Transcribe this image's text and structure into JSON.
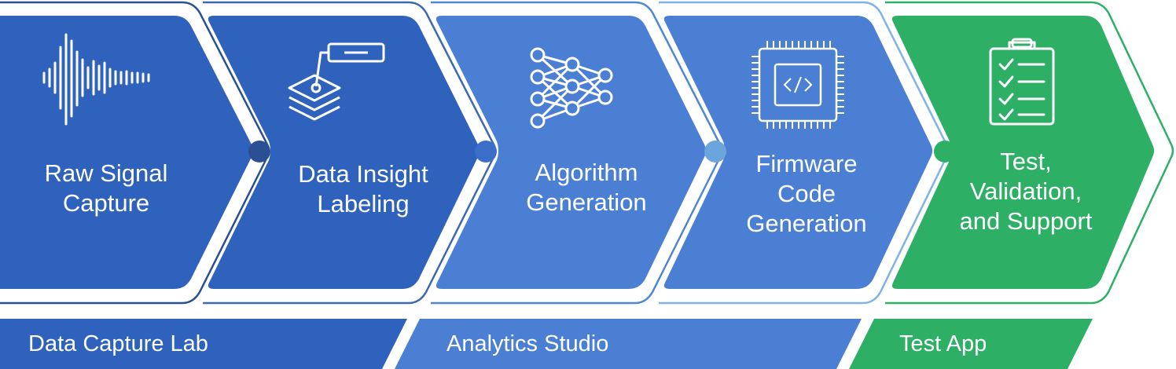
{
  "stages": [
    {
      "line1": "Raw Signal",
      "line2": "Capture",
      "line3": "",
      "icon": "waveform-icon"
    },
    {
      "line1": "Data Insight",
      "line2": "Labeling",
      "line3": "",
      "icon": "layers-label-icon"
    },
    {
      "line1": "Algorithm",
      "line2": "Generation",
      "line3": "",
      "icon": "neural-network-icon"
    },
    {
      "line1": "Firmware",
      "line2": "Code",
      "line3": "Generation",
      "icon": "chip-code-icon"
    },
    {
      "line1": "Test,",
      "line2": "Validation,",
      "line3": "and Support",
      "icon": "checklist-icon"
    }
  ],
  "bands": [
    {
      "label": "Data Capture Lab"
    },
    {
      "label": "Analytics Studio"
    },
    {
      "label": "Test App"
    }
  ],
  "colors": {
    "dark_blue": "#2f62bd",
    "mid_blue": "#4b7fd4",
    "green": "#2eaf66",
    "outline_dark": "#2b4f93",
    "outline_light": "#5d97dd",
    "outline_green": "#2eaf66"
  }
}
